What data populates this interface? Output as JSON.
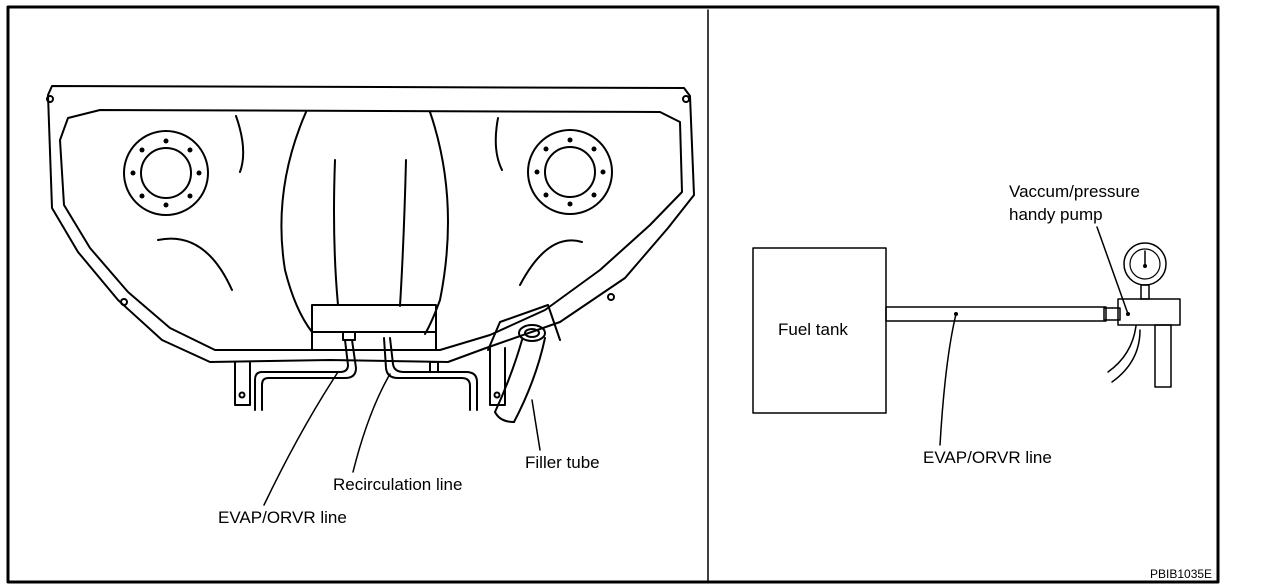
{
  "left_panel": {
    "labels": {
      "filler_tube": "Filler tube",
      "recirculation_line": "Recirculation line",
      "evap_orvr_line": "EVAP/ORVR line"
    }
  },
  "right_panel": {
    "labels": {
      "pump_line1": "Vaccum/pressure",
      "pump_line2": "handy pump",
      "fuel_tank": "Fuel tank",
      "evap_orvr_line": "EVAP/ORVR line"
    }
  },
  "figure_code": "PBIB1035E"
}
